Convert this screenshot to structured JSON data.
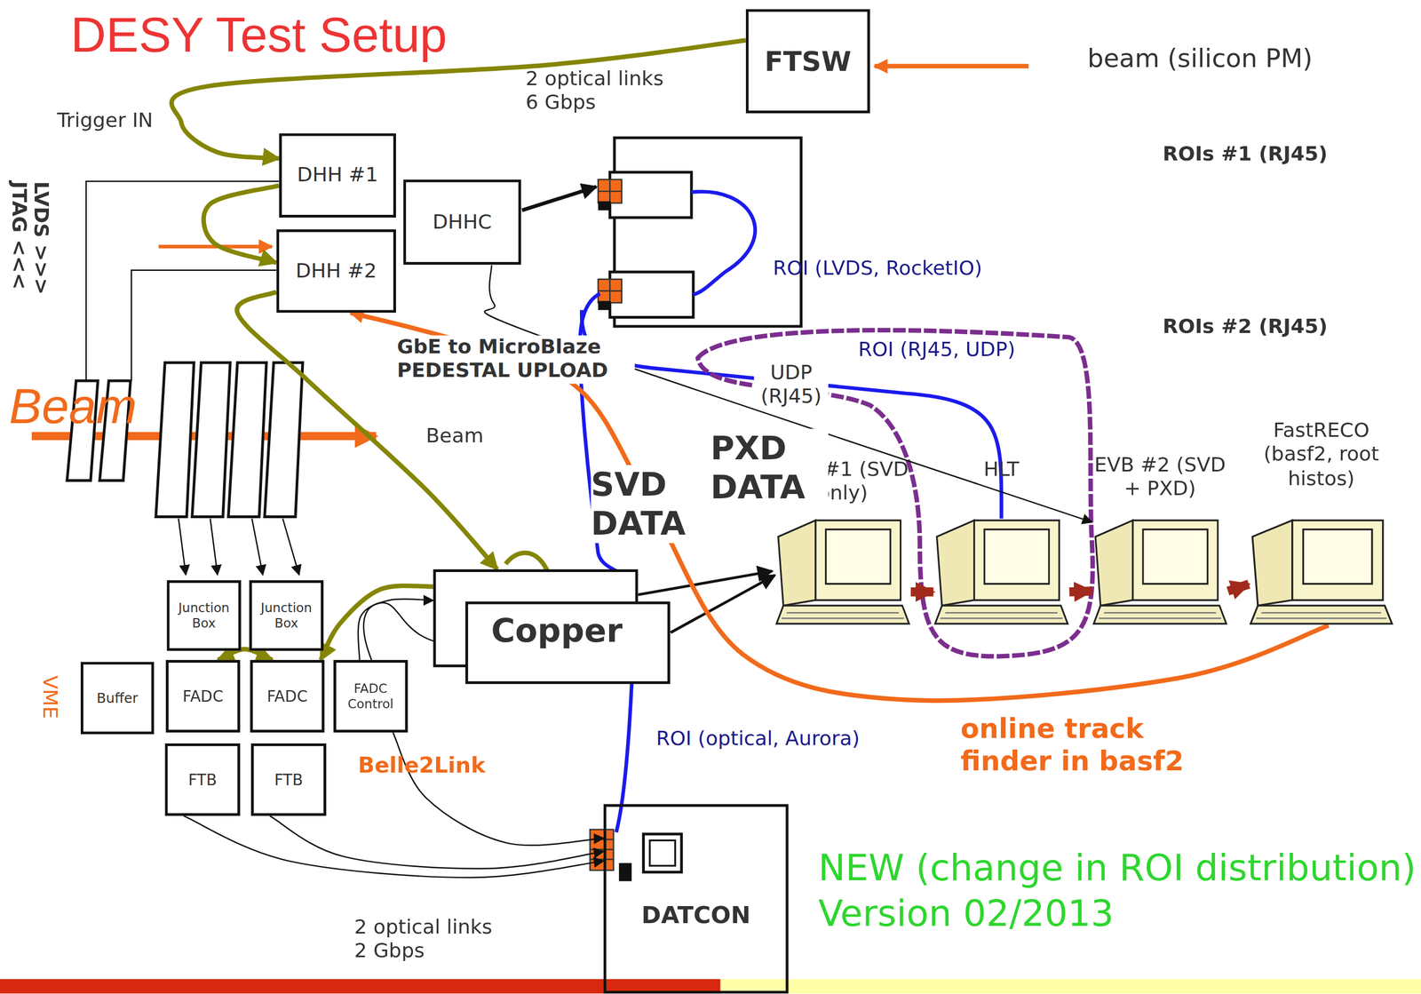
{
  "diagram": {
    "title": "DESY Test Setup",
    "nodes": [
      {
        "text": [
          "FTSW"
        ]
      },
      {
        "text": [
          "DHH #1"
        ]
      },
      {
        "text": [
          "DHH #2"
        ]
      },
      {
        "text": [
          "DHHC"
        ]
      },
      {
        "text": [
          "Copper"
        ]
      },
      {
        "text": [
          "Junction Box"
        ]
      },
      {
        "text": [
          "Junction Box"
        ]
      },
      {
        "text": [
          "Buffer"
        ]
      },
      {
        "text": [
          "FADC"
        ]
      },
      {
        "text": [
          "FADC"
        ]
      },
      {
        "text": [
          "FADC Control"
        ]
      },
      {
        "text": [
          "FTB"
        ]
      },
      {
        "text": [
          "FTB"
        ]
      },
      {
        "text": [
          "DATCON"
        ]
      },
      {
        "text": [
          "EVB #1 (SVD only)"
        ]
      },
      {
        "text": [
          "HLT"
        ]
      },
      {
        "text": [
          "EVB #2 (SVD + PXD)"
        ]
      },
      {
        "text": [
          "FastRECO (basf2, root histos)"
        ]
      }
    ],
    "edges": [
      {
        "from": 0,
        "to": 1,
        "arrow": "to"
      },
      {
        "from": 1,
        "to": 2,
        "arrow": "to"
      },
      {
        "from": 2,
        "to": 4,
        "arrow": "to"
      },
      {
        "from": 4,
        "to": 9,
        "arrow": "to"
      },
      {
        "from": 8,
        "to": 9,
        "arrow": "both"
      },
      {
        "from": 4,
        "to": 14,
        "arrow": "to"
      },
      {
        "from": 14,
        "to": 15,
        "arrow": "to"
      },
      {
        "from": 15,
        "to": 16,
        "arrow": "to"
      },
      {
        "from": 16,
        "to": 17,
        "arrow": "to"
      },
      {
        "from": 3,
        "to": 16,
        "label": "UDP (RJ45)",
        "arrow": "to"
      },
      {
        "from": 17,
        "to": 2,
        "arrow": "to"
      },
      {
        "from": 10,
        "to": 4,
        "arrow": "to"
      },
      {
        "from": 11,
        "to": 13,
        "arrow": "to"
      },
      {
        "from": 12,
        "to": 13,
        "arrow": "to"
      },
      {
        "from": 10,
        "to": 13,
        "arrow": "to"
      }
    ],
    "labels": [
      "beam (silicon PM)",
      "2 optical links 6 Gbps",
      "Trigger IN",
      "LVDS >>>",
      "JTAG <<<",
      "ROIs #1 (RJ45)",
      "ROI (LVDS, RocketIO)",
      "ROIs #2 (RJ45)",
      "ROI (RJ45, UDP)",
      "GbE to MicroBlaze PEDESTAL UPLOAD",
      "Beam",
      "Beam",
      "PXD DATA",
      "SVD DATA",
      "VME",
      "Belle2Link",
      "ROI (optical, Aurora)",
      "online track finder in basf2",
      "2 optical links 2 Gbps",
      "NEW (change in ROI distribution)",
      "Version 02/2013"
    ]
  }
}
